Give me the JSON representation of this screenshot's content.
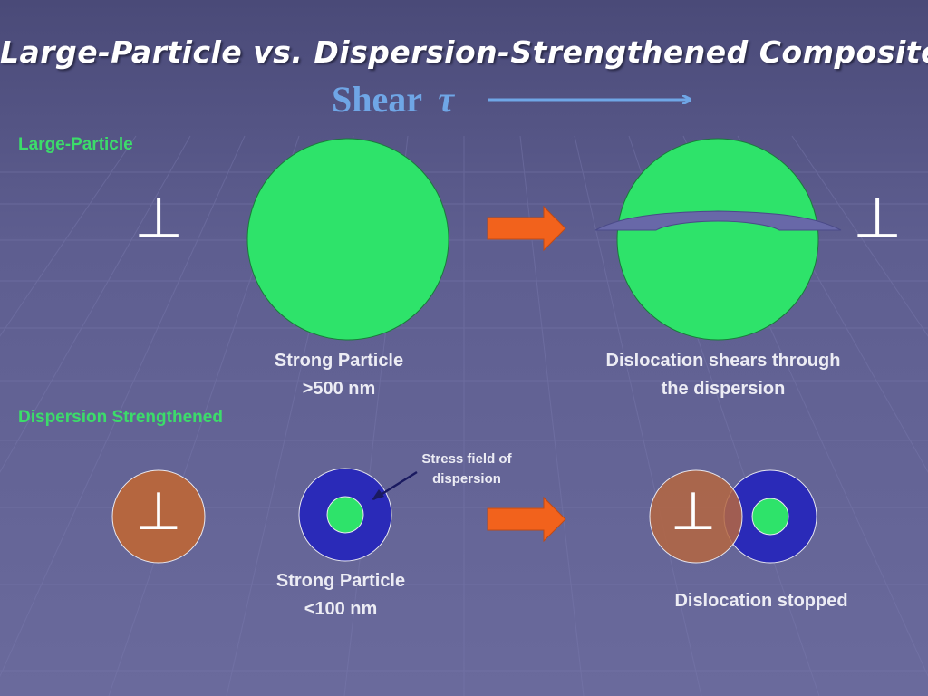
{
  "slide": {
    "title": "Large-Particle vs. Dispersion-Strengthened Composites",
    "shear_label": "Shear",
    "shear_symbol": "τ",
    "dislocation_symbol": "⊥"
  },
  "large_particle": {
    "section_label": "Large-Particle",
    "particle_label_line1": "Strong Particle",
    "particle_label_line2": ">500 nm",
    "result_label_line1": "Dislocation shears through",
    "result_label_line2": "the dispersion"
  },
  "dispersion": {
    "section_label": "Dispersion Strengthened",
    "stress_field_line1": "Stress field of",
    "stress_field_line2": "dispersion",
    "particle_label_line1": "Strong Particle",
    "particle_label_line2": "<100 nm",
    "result_label": "Dislocation stopped"
  },
  "colors": {
    "background": "#5d5d8e",
    "particle_green": "#2ee36a",
    "stress_field_blue": "#2a2ab8",
    "dislocation_brown": "#b5663f",
    "process_arrow_orange": "#f2621c",
    "shear_blue": "#6fa6e6",
    "section_label_green": "#3cdc6a"
  }
}
